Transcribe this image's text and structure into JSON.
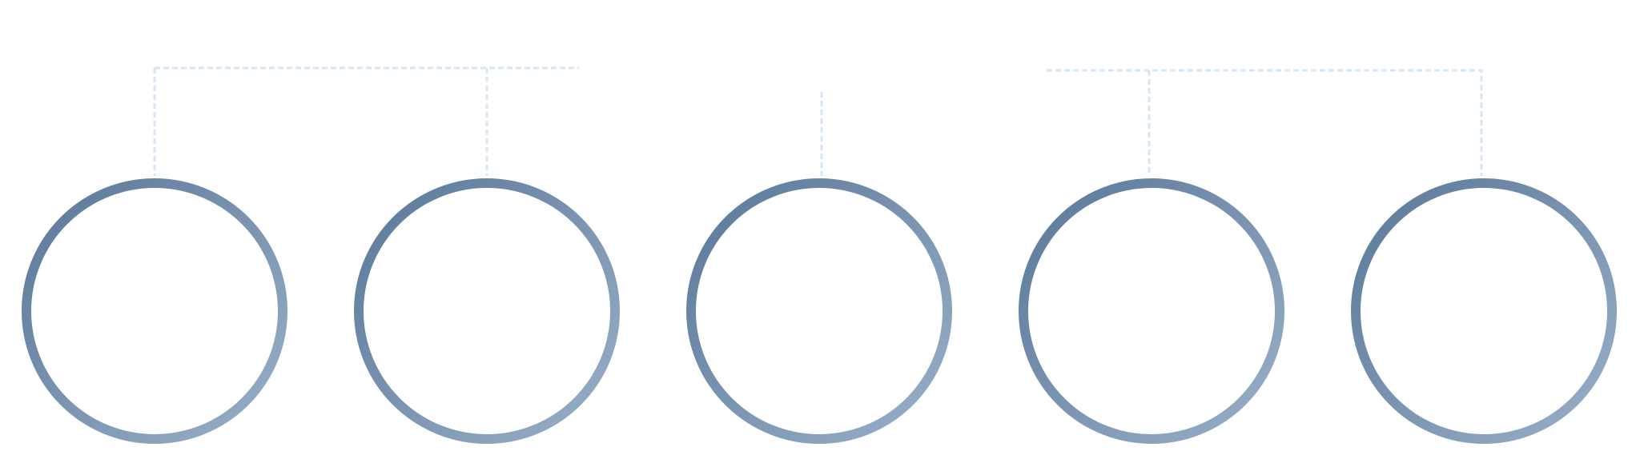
{
  "colors": {
    "ring_dark": "#5a7899",
    "ring_light": "#9ab0c8",
    "connector": "#d6e6f5",
    "background": "#ffffff"
  },
  "groups": [
    {
      "id": "left-group",
      "nodes": [
        {
          "id": "node-1",
          "label": ""
        },
        {
          "id": "node-2",
          "label": ""
        }
      ]
    },
    {
      "id": "center-group",
      "nodes": [
        {
          "id": "node-3",
          "label": ""
        }
      ]
    },
    {
      "id": "right-group",
      "nodes": [
        {
          "id": "node-4",
          "label": ""
        },
        {
          "id": "node-5",
          "label": ""
        }
      ]
    }
  ]
}
